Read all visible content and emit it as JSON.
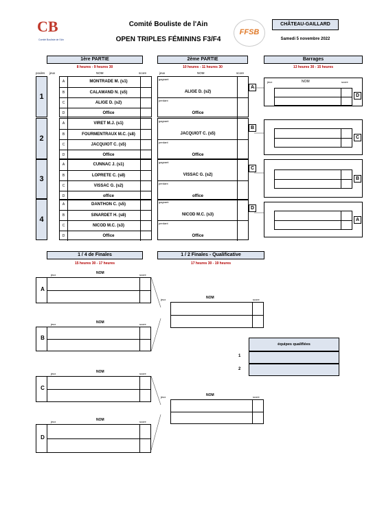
{
  "header": {
    "org_title": "Comité Bouliste de l'Ain",
    "event_title": "OPEN TRIPLES  FÉMININS   F3/F4",
    "venue": "CHÂTEAU-GAILLARD",
    "date": "Samedi 5 novembre 2022",
    "logo_left_text": "CB",
    "logo_left_sub": "Comité Bouliste de l'Ain",
    "logo_right_text": "FFSB"
  },
  "colors": {
    "header_bg": "#dde4ef",
    "time_red": "#b30000"
  },
  "sections": {
    "partie1": {
      "label": "1ère PARTIE",
      "time": "8 heures  - 9 heures 30"
    },
    "partie2": {
      "label": "2ème PARTIE",
      "time": "10 heures - 11 heures 30"
    },
    "barrages": {
      "label": "Barrages",
      "time": "13 heures 30  - 15 heures"
    },
    "quarts": {
      "label": "1 / 4 de Finales",
      "time": "15 heures 30 - 17 heures"
    },
    "demis": {
      "label": "1 / 2 Finales  -  Qualificative",
      "time": "17 heures 30  - 19 heures"
    }
  },
  "col_labels": {
    "poules": "poules",
    "jeux": "jeux",
    "nom": "NOM",
    "score": "score",
    "gagnant": "gagnant",
    "perdant": "perdant"
  },
  "poules": [
    {
      "number": "1",
      "winner_letter": "A",
      "barrage_letter": "D",
      "teams": [
        {
          "pos": "A",
          "name": "MONTRADE M. (s1)"
        },
        {
          "pos": "B",
          "name": "CALAMAND N. (s5)"
        },
        {
          "pos": "C",
          "name": "ALIGE D. (s2)"
        },
        {
          "pos": "D",
          "name": "Office"
        }
      ],
      "round2": [
        "ALIGE D. (s2)",
        "Office"
      ]
    },
    {
      "number": "2",
      "winner_letter": "B",
      "barrage_letter": "C",
      "teams": [
        {
          "pos": "A",
          "name": "VIRET M.J. (s1)"
        },
        {
          "pos": "B",
          "name": "FOURMENTRAUX M.C. (s8)"
        },
        {
          "pos": "C",
          "name": "JACQUIOT C. (s5)"
        },
        {
          "pos": "D",
          "name": "Office"
        }
      ],
      "round2": [
        "JACQUIOT C. (s5)",
        "Office"
      ]
    },
    {
      "number": "3",
      "winner_letter": "C",
      "barrage_letter": "B",
      "teams": [
        {
          "pos": "A",
          "name": "CUNNAC J. (s1)"
        },
        {
          "pos": "B",
          "name": "LOPRETE C. (s8)"
        },
        {
          "pos": "C",
          "name": "VISSAC G. (s2)"
        },
        {
          "pos": "D",
          "name": "office"
        }
      ],
      "round2": [
        "VISSAC G. (s2)",
        "office"
      ]
    },
    {
      "number": "4",
      "winner_letter": "D",
      "barrage_letter": "A",
      "teams": [
        {
          "pos": "A",
          "name": "DANTHON C. (s5)"
        },
        {
          "pos": "B",
          "name": "SINARDET H. (s8)"
        },
        {
          "pos": "C",
          "name": "NICOD M.C. (s3)"
        },
        {
          "pos": "D",
          "name": "Office"
        }
      ],
      "round2": [
        "NICOD M.C. (s3)",
        "Office"
      ]
    }
  ],
  "quarters": [
    "A",
    "B",
    "C",
    "D"
  ],
  "qualified": {
    "label": "équipes qualifiées",
    "rows": [
      "1",
      "2"
    ]
  }
}
